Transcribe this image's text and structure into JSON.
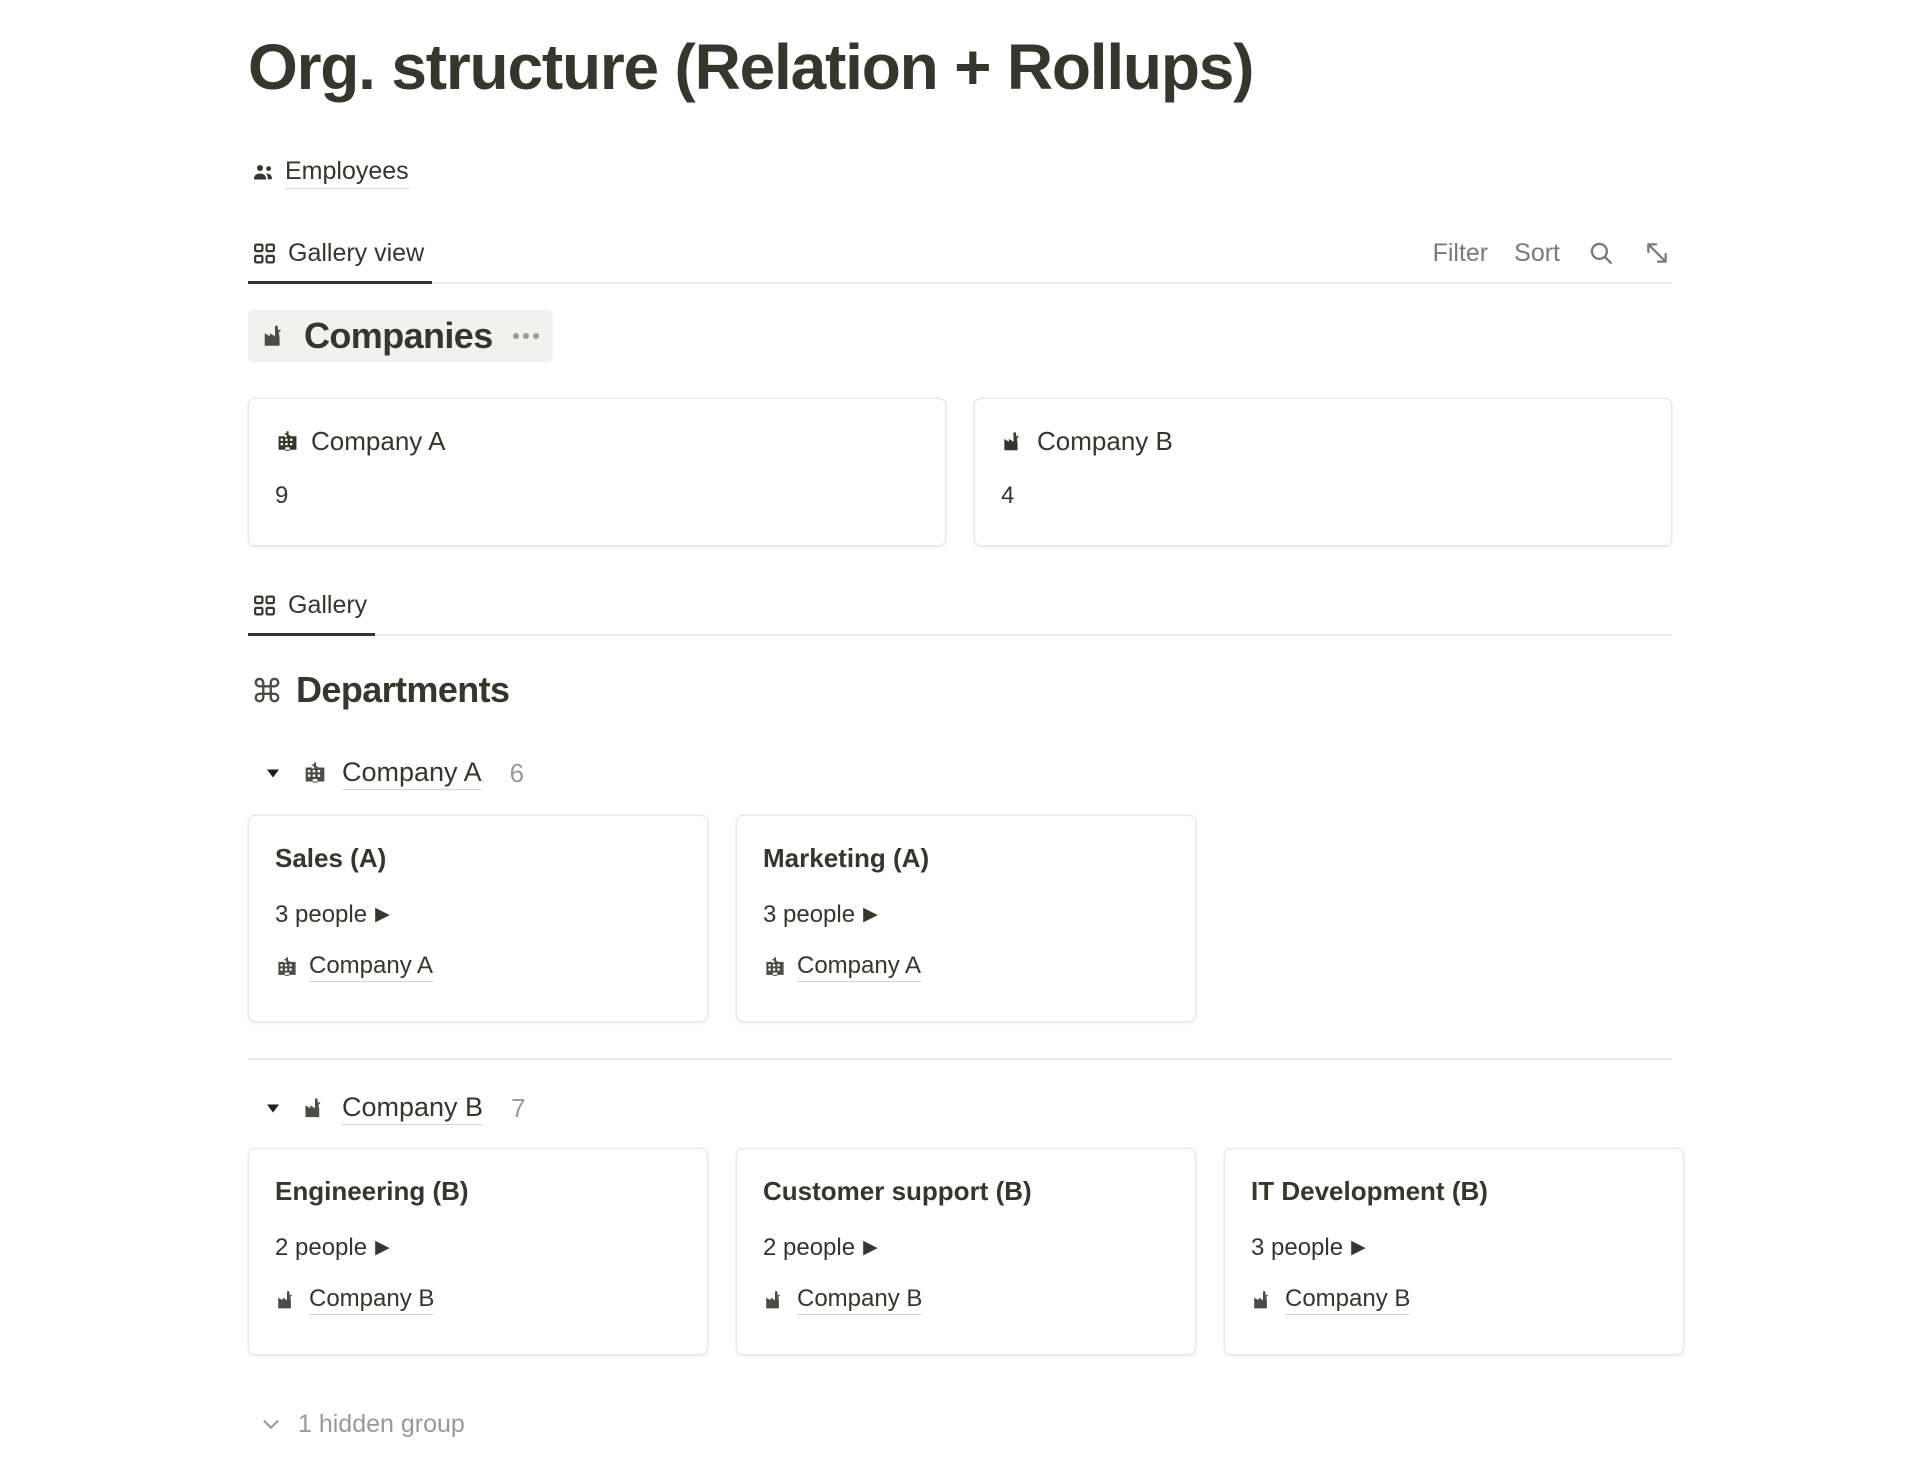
{
  "page": {
    "title": "Org. structure (Relation + Rollups)",
    "breadcrumb": {
      "icon": "people-group-icon",
      "label": "Employees"
    }
  },
  "primary_view": {
    "tabs": [
      {
        "label": "Gallery view",
        "icon": "gallery-grid-icon",
        "active": true
      }
    ],
    "toolbar": {
      "filter_label": "Filter",
      "sort_label": "Sort",
      "search_icon": "search-icon",
      "expand_icon": "expand-diagonal-icon"
    }
  },
  "companies_section": {
    "heading": "Companies",
    "heading_icon": "factory-icon",
    "menu_icon": "ellipsis-icon",
    "highlighted": true,
    "cards": [
      {
        "icon": "school-building-icon",
        "title": "Company A",
        "property": "9"
      },
      {
        "icon": "factory-icon",
        "title": "Company B",
        "property": "4"
      }
    ]
  },
  "secondary_view": {
    "tabs": [
      {
        "label": "Gallery",
        "icon": "gallery-grid-icon",
        "active": true
      }
    ]
  },
  "departments_section": {
    "heading": "Departments",
    "heading_icon": "command-icon",
    "groups": [
      {
        "caret": "triangle-down-icon",
        "icon": "school-building-icon",
        "label": "Company A",
        "count": "6",
        "cards": [
          {
            "title": "Sales (A)",
            "rollup": "3 people",
            "rollup_caret": "▶",
            "relation_icon": "school-building-icon",
            "relation_label": "Company A"
          },
          {
            "title": "Marketing (A)",
            "rollup": "3 people",
            "rollup_caret": "▶",
            "relation_icon": "school-building-icon",
            "relation_label": "Company A"
          }
        ]
      },
      {
        "caret": "triangle-down-icon",
        "icon": "factory-icon",
        "label": "Company B",
        "count": "7",
        "cards": [
          {
            "title": "Engineering (B)",
            "rollup": "2 people",
            "rollup_caret": "▶",
            "relation_icon": "factory-icon",
            "relation_label": "Company B"
          },
          {
            "title": "Customer support (B)",
            "rollup": "2 people",
            "rollup_caret": "▶",
            "relation_icon": "factory-icon",
            "relation_label": "Company B"
          },
          {
            "title": "IT Development (B)",
            "rollup": "3 people",
            "rollup_caret": "▶",
            "relation_icon": "factory-icon",
            "relation_label": "Company B"
          }
        ]
      }
    ],
    "hidden_group": {
      "caret": "chevron-down-icon",
      "label": "1 hidden group"
    }
  },
  "colors": {
    "text": "#37352f",
    "muted": "#9b9996",
    "toolbar_text": "#7c7a76",
    "card_border": "#e9e8e5",
    "divider": "#eceae7",
    "highlight_bg": "#f1f1ef",
    "background": "#ffffff"
  }
}
